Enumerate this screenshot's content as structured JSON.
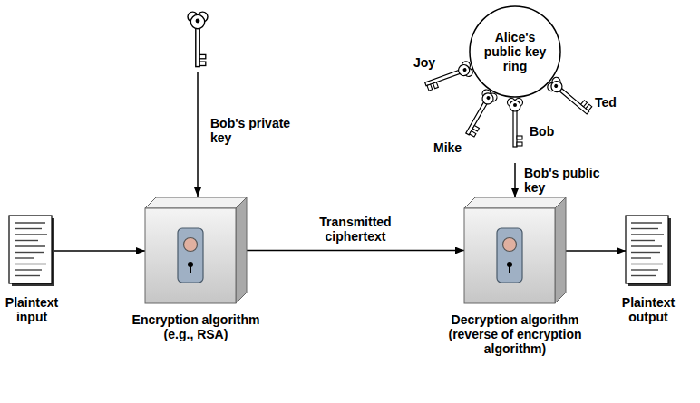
{
  "diagram": {
    "nodes": [
      {
        "text": [
          "Alice's public key ring"
        ]
      },
      {
        "text": [
          "Plaintext input"
        ]
      },
      {
        "text": [
          "Encryption algorithm (e.g., RSA)"
        ]
      },
      {
        "text": [
          "Decryption algorithm (reverse of encryption algorithm)"
        ]
      },
      {
        "text": [
          "Plaintext output"
        ]
      }
    ],
    "edges": [
      {
        "from": 1,
        "to": 2,
        "arrow": "to"
      },
      {
        "from": 2,
        "to": 3,
        "label": "Transmitted ciphertext",
        "arrow": "to"
      },
      {
        "from": 0,
        "to": 3,
        "label": "Bob's public key",
        "arrow": "to"
      },
      {
        "from": 3,
        "to": 4,
        "arrow": "to"
      }
    ],
    "labels": [
      "Bob's private key",
      "Joy",
      "Mike",
      "Bob",
      "Ted"
    ]
  }
}
